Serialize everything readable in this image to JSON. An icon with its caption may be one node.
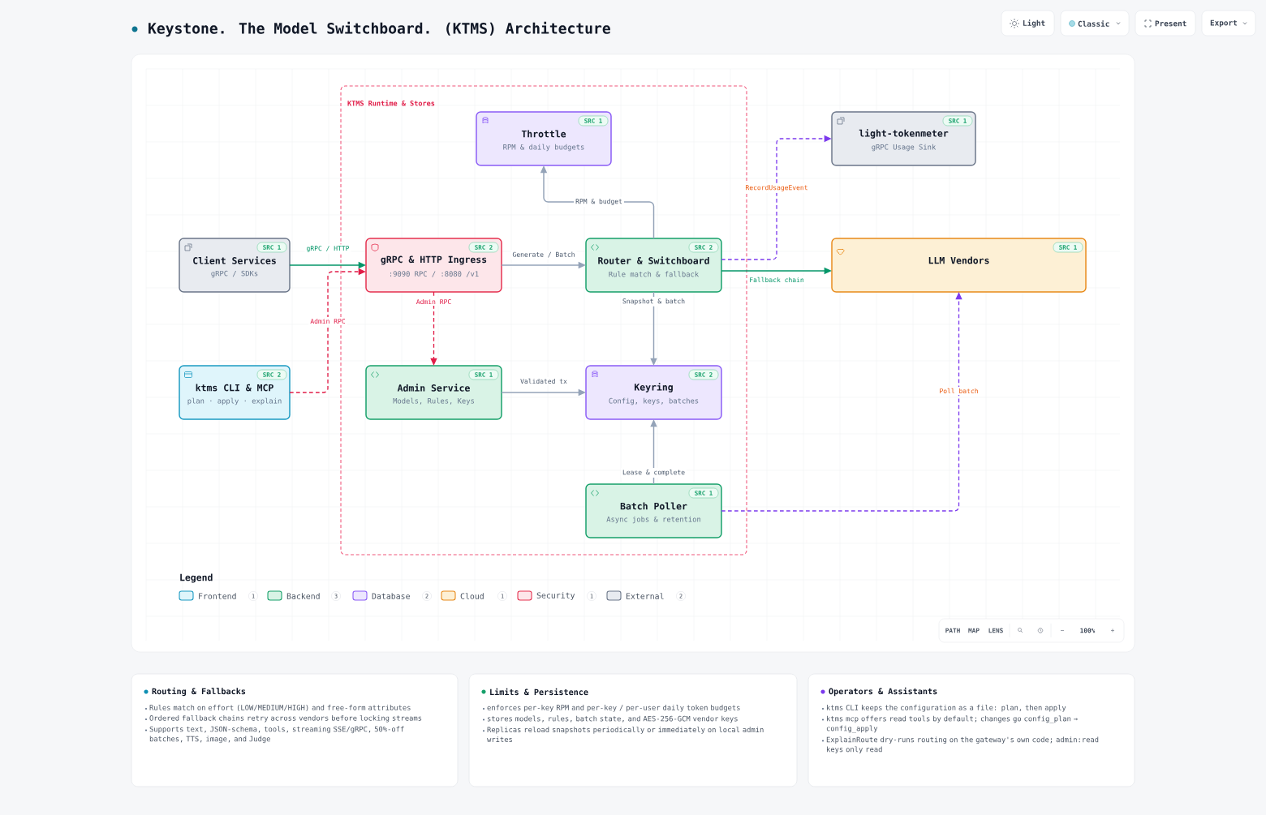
{
  "diagram": {
    "title": "Keystone. The Model Switchboard. (KTMS) Architecture",
    "nodes": [
      {
        "text": [
          "KTMS Runtime & Stores"
        ]
      },
      {
        "text": [
          "SRC 1",
          "Throttle",
          "RPM & daily budgets"
        ],
        "in": 0
      },
      {
        "text": [
          "SRC 1",
          "light-tokenmeter",
          "gRPC Usage Sink"
        ]
      },
      {
        "text": [
          "SRC 1",
          "Client Services",
          "gRPC / SDKs"
        ]
      },
      {
        "text": [
          "SRC 2",
          "gRPC & HTTP Ingress",
          ":9090 RPC / :8080 /v1"
        ],
        "in": 0
      },
      {
        "text": [
          "SRC 2",
          "Router & Switchboard",
          "Rule match & fallback"
        ],
        "in": 0
      },
      {
        "text": [
          "SRC 1",
          "LLM Vendors"
        ]
      },
      {
        "text": [
          "SRC 2",
          "ktms CLI & MCP",
          "plan · apply · explain"
        ]
      },
      {
        "text": [
          "SRC 1",
          "Admin Service",
          "Models, Rules, Keys"
        ],
        "in": 0
      },
      {
        "text": [
          "SRC 2",
          "Keyring",
          "Config, keys, batches"
        ],
        "in": 0
      },
      {
        "text": [
          "SRC 1",
          "Batch Poller",
          "Async jobs & retention"
        ],
        "in": 0
      },
      {
        "text": [
          "Routing & Fallbacks",
          "Rules match on effort (LOW/MEDIUM/HIGH) and free-form attributes",
          "Ordered fallback chains retry across vendors before locking streams",
          "Supports text, JSON-schema, tools, streaming SSE/gRPC, 50%-off batches, TTS, image, and Judge"
        ]
      },
      {
        "text": [
          "Limits & Persistence",
          "enforces per-key RPM and per-key / per-user daily token budgets",
          "stores models, rules, batch state, and AES-256-GCM vendor keys",
          "Replicas reload snapshots periodically or immediately on local admin writes"
        ]
      },
      {
        "text": [
          "Operators & Assistants",
          "ktms CLI keeps the configuration as a file: plan, then apply",
          "ktms mcp offers read tools by default; changes go config_plan → config_apply",
          "ExplainRoute dry-runs routing on the gateway's own code; admin:read keys only read"
        ]
      }
    ],
    "edges": [
      {
        "from": 3,
        "to": 4,
        "arrow": "to",
        "label": "gRPC / HTTP",
        "color": "#059669"
      },
      {
        "from": 7,
        "to": 4,
        "arrow": "to",
        "label": "Admin RPC",
        "style": "dashed",
        "color": "#e11d48"
      },
      {
        "from": 4,
        "to": 5,
        "arrow": "to",
        "label": "Generate / Batch"
      },
      {
        "from": 4,
        "to": 8,
        "arrow": "to",
        "label": "Admin RPC",
        "style": "dashed",
        "color": "#e11d48"
      },
      {
        "from": 5,
        "to": 1,
        "arrow": "to",
        "label": "RPM & budget"
      },
      {
        "from": 5,
        "to": 2,
        "arrow": "to",
        "label": "RecordUsageEvent",
        "style": "dashed",
        "color": "#7c3aed"
      },
      {
        "from": 5,
        "to": 6,
        "arrow": "to",
        "label": "Fallback chain",
        "color": "#059669"
      },
      {
        "from": 5,
        "to": 9,
        "arrow": "to",
        "label": "Snapshot & batch"
      },
      {
        "from": 8,
        "to": 9,
        "arrow": "to",
        "label": "Validated tx"
      },
      {
        "from": 10,
        "to": 9,
        "arrow": "to",
        "label": "Lease & complete"
      },
      {
        "from": 10,
        "to": 6,
        "arrow": "to",
        "label": "Poll batch",
        "style": "dashed",
        "color": "#7c3aed"
      }
    ],
    "labels": [
      "Light",
      "Classic",
      "Present",
      "Export",
      "Legend",
      "1",
      "3",
      "2",
      "1",
      "1",
      "2",
      "PATH",
      "MAP",
      "LENS",
      "100%"
    ],
    "legend": [
      {
        "text": "Frontend",
        "color": "#dff5fb"
      },
      {
        "text": "Backend",
        "color": "#d9f3e6"
      },
      {
        "text": "Database",
        "color": "#ede7fe"
      },
      {
        "text": "Cloud",
        "color": "#fdf0d5"
      },
      {
        "text": "Security",
        "color": "#fde6ea"
      },
      {
        "text": "External",
        "color": "#e8ebf0"
      }
    ]
  }
}
